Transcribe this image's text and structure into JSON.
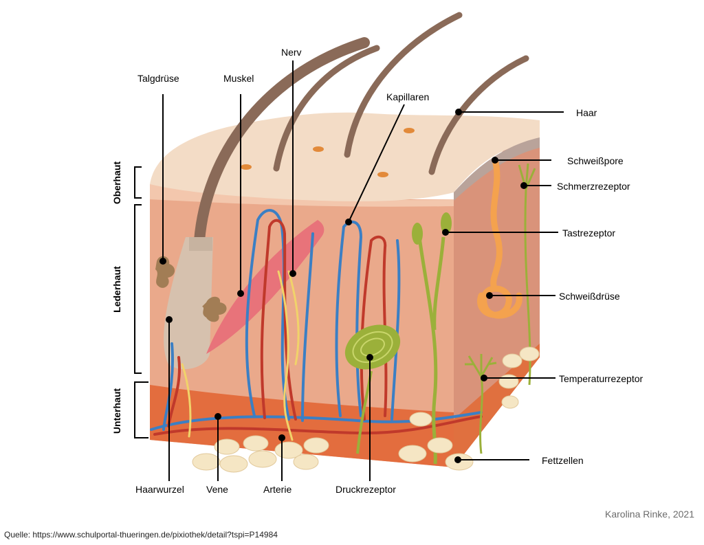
{
  "labels": {
    "talgdruese": "Talgdrüse",
    "muskel": "Muskel",
    "nerv": "Nerv",
    "kapillaren": "Kapillaren",
    "haar": "Haar",
    "schweisspore": "Schweißpore",
    "schmerzrezeptor": "Schmerzrezeptor",
    "tastrezeptor": "Tastrezeptor",
    "schweissdruese": "Schweißdrüse",
    "temperaturrezeptor": "Temperaturrezeptor",
    "fettzellen": "Fettzellen",
    "haarwurzel": "Haarwurzel",
    "vene": "Vene",
    "arterie": "Arterie",
    "druckrezeptor": "Druckrezeptor"
  },
  "layers": {
    "oberhaut": "Oberhaut",
    "lederhaut": "Lederhaut",
    "unterhaut": "Unterhaut"
  },
  "credit": "Karolina Rinke, 2021",
  "source": "Quelle: https://www.schulportal-thueringen.de/pixiothek/detail?tspi=P14984",
  "colors": {
    "epidermis": "#f0d2b8",
    "dermis": "#e9a988",
    "subcutis": "#e26a3c",
    "vein": "#3b7fc4",
    "artery": "#c0392b",
    "nerve": "#f1d36a",
    "fat": "#f5e6c4",
    "hair": "#8a6a58",
    "receptor": "#9bb03a",
    "sweat_gland": "#f4a24e"
  }
}
